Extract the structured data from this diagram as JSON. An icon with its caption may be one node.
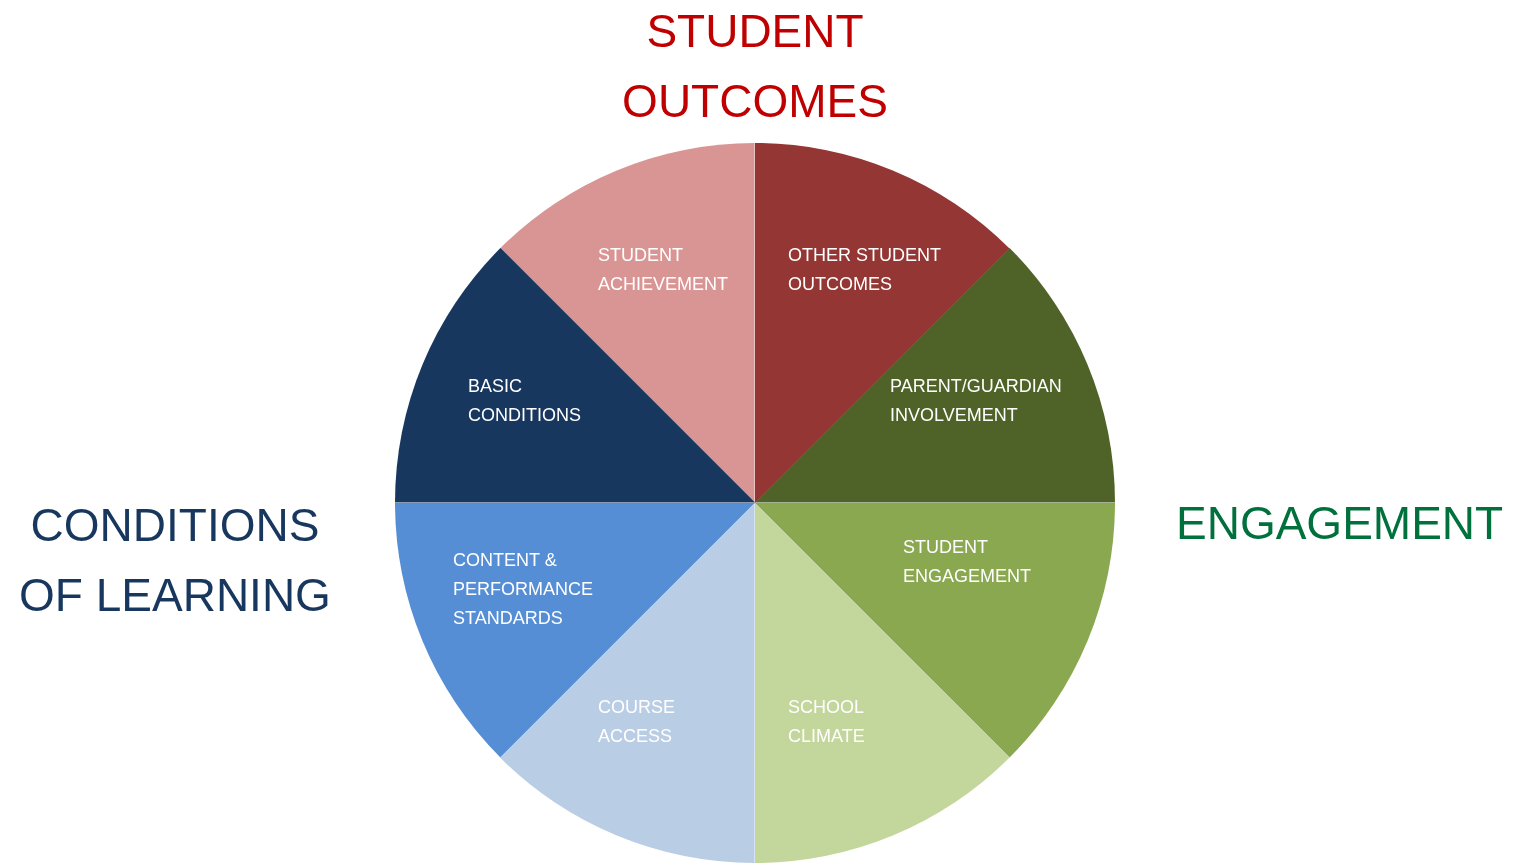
{
  "diagram": {
    "nodes": [
      {
        "text": [
          "STUDENT ACHIEVEMENT"
        ]
      },
      {
        "text": [
          "OTHER STUDENT OUTCOMES"
        ]
      },
      {
        "text": [
          "BASIC CONDITIONS"
        ]
      },
      {
        "text": [
          "PARENT/GUARDIAN INVOLVEMENT"
        ]
      },
      {
        "text": [
          "CONTENT & PERFORMANCE STANDARDS"
        ]
      },
      {
        "text": [
          "STUDENT ENGAGEMENT"
        ]
      },
      {
        "text": [
          "COURSE ACCESS"
        ]
      },
      {
        "text": [
          "SCHOOL CLIMATE"
        ]
      }
    ],
    "labels": [
      "STUDENT OUTCOMES",
      "CONDITIONS OF LEARNING",
      "ENGAGEMENT"
    ]
  }
}
